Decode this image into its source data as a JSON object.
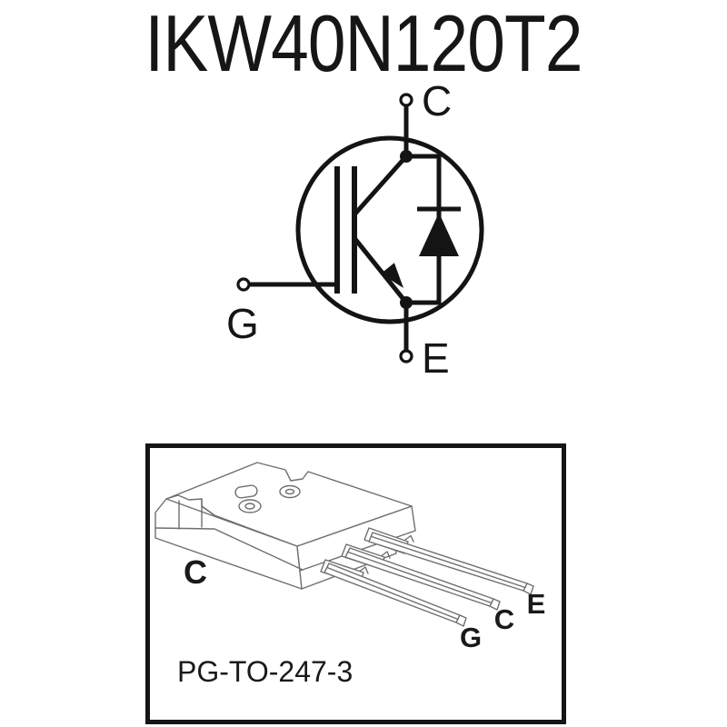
{
  "page": {
    "title": "IKW40N120T2"
  },
  "schematic": {
    "collector_label": "C",
    "gate_label": "G",
    "emitter_label": "E"
  },
  "package": {
    "name": "PG-TO-247-3",
    "tab_label": "C",
    "pin_labels": {
      "gate": "G",
      "collector": "C",
      "emitter": "E"
    }
  },
  "colors": {
    "ink": "#141414",
    "drawing_line": "#6f6f6f",
    "background": "#ffffff"
  }
}
